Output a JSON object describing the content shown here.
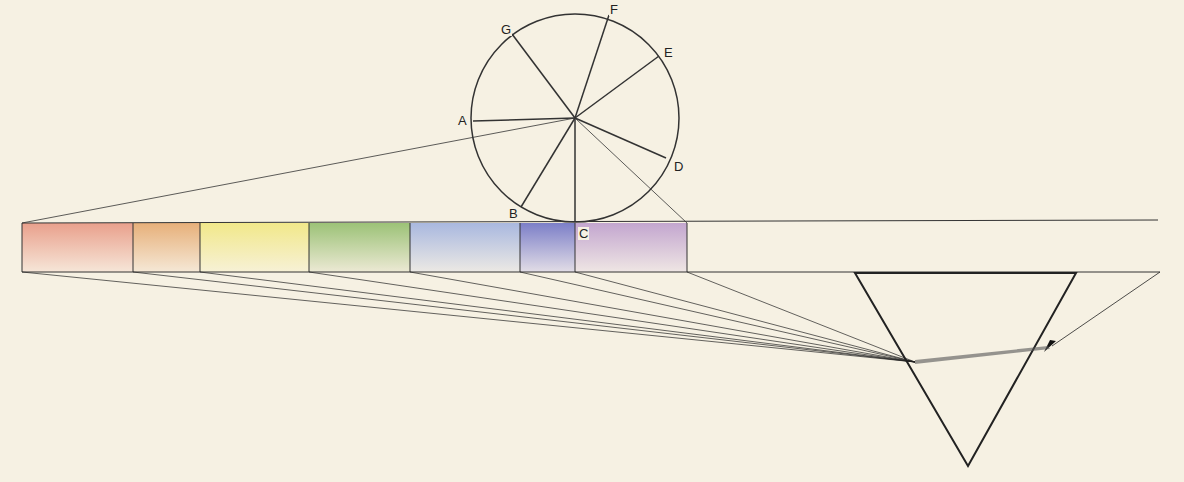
{
  "diagram": {
    "labels": [
      "G",
      "F",
      "E",
      "A",
      "D",
      "B",
      "C"
    ]
  }
}
